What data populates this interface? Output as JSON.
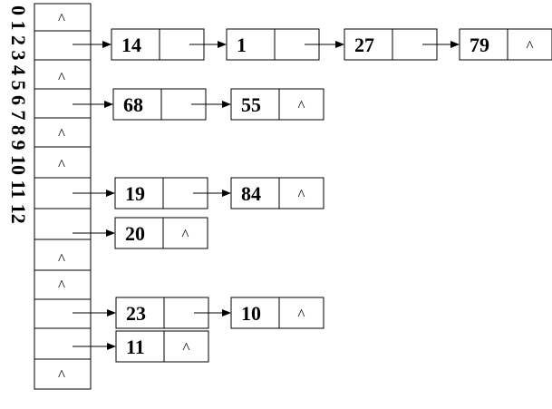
{
  "index_labels": [
    "0",
    "1",
    "2",
    "3",
    "4",
    "5",
    "6",
    "7",
    "8",
    "9",
    "10",
    "11",
    "12"
  ],
  "null_symbol": "^",
  "table": [
    {
      "index": "0",
      "chain": []
    },
    {
      "index": "1",
      "chain": [
        "14",
        "1",
        "27",
        "79"
      ]
    },
    {
      "index": "2",
      "chain": []
    },
    {
      "index": "3",
      "chain": [
        "68",
        "55"
      ]
    },
    {
      "index": "4",
      "chain": []
    },
    {
      "index": "5",
      "chain": []
    },
    {
      "index": "6",
      "chain": [
        "19",
        "84"
      ]
    },
    {
      "index": "7",
      "chain": [
        "20"
      ]
    },
    {
      "index": "8",
      "chain": []
    },
    {
      "index": "9",
      "chain": []
    },
    {
      "index": "10",
      "chain": [
        "23",
        "10"
      ]
    },
    {
      "index": "11",
      "chain": [
        "11"
      ]
    },
    {
      "index": "12",
      "chain": []
    }
  ]
}
